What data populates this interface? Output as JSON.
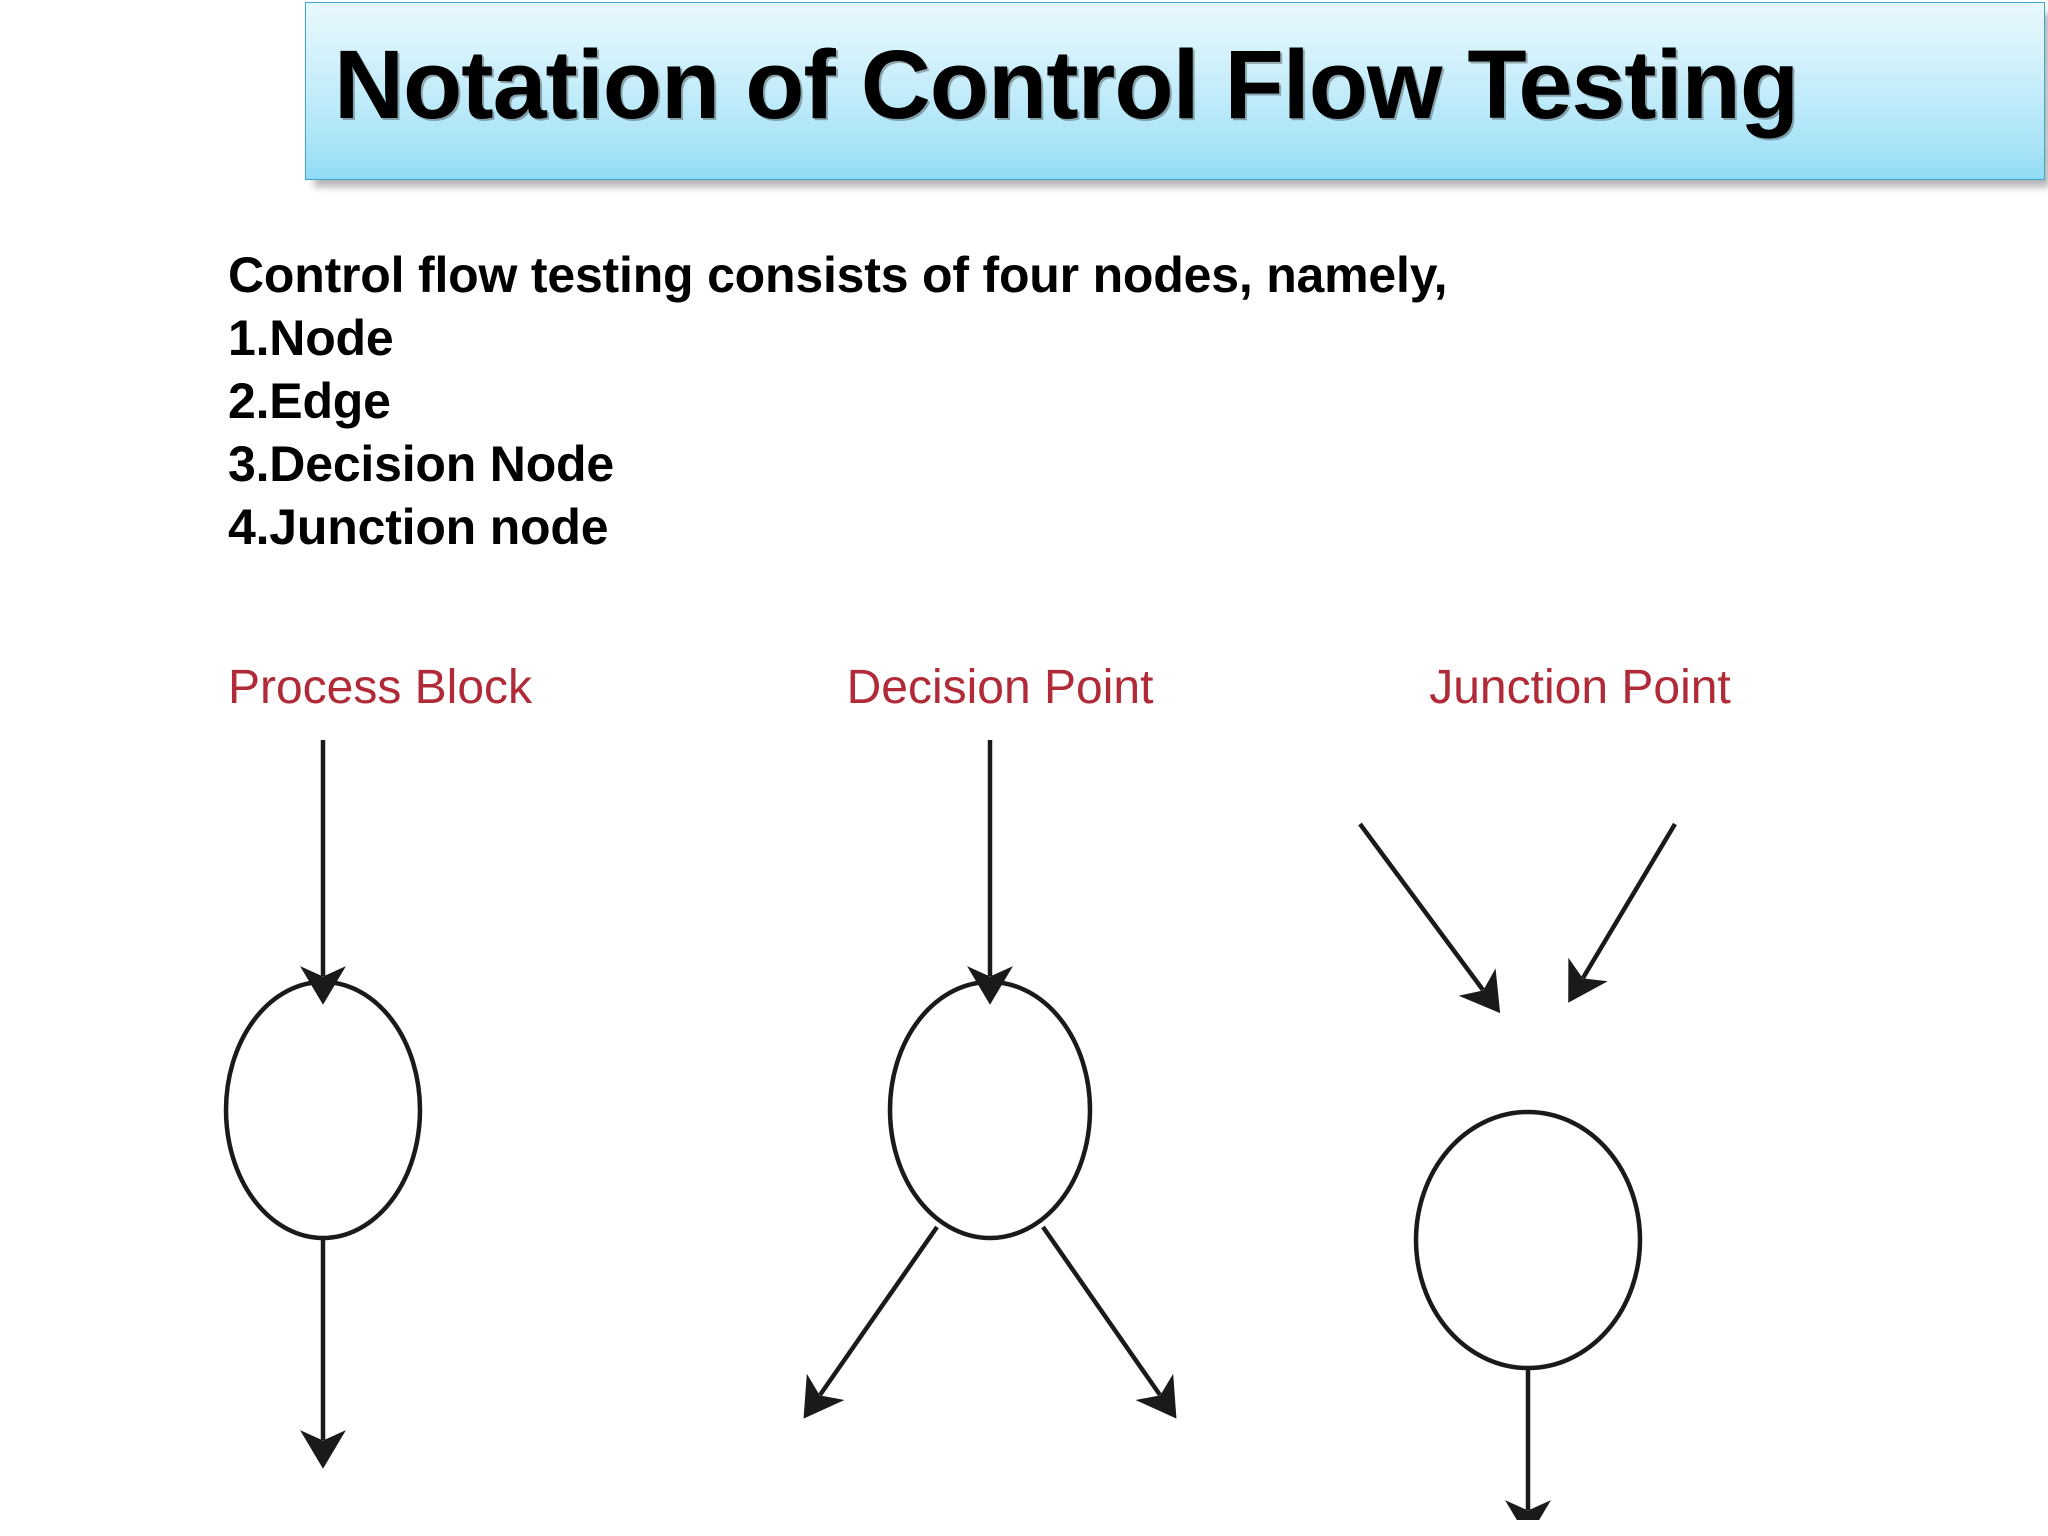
{
  "slide": {
    "background_color": "#ffffff",
    "title": "Notation of Control Flow Testing",
    "title_banner": {
      "gradient_top_color": "#e8f8fd",
      "gradient_bottom_color": "#8fdcf6",
      "border_color": "#3ba7cb"
    }
  },
  "body": {
    "intro": "Control flow testing consists of four nodes, namely,",
    "items": [
      "1.Node",
      "2.Edge",
      "3.Decision Node",
      "4.Junction node"
    ],
    "text_color": "#000000"
  },
  "diagrams": {
    "label_color": "#b02a37",
    "stroke_color": "#1a1a1a",
    "items": [
      {
        "label": "Process Block",
        "node_shape": "ellipse",
        "incoming_edges": 1,
        "outgoing_edges": 1,
        "incoming_direction": "down",
        "outgoing_direction": "down"
      },
      {
        "label": "Decision Point",
        "node_shape": "ellipse",
        "incoming_edges": 1,
        "outgoing_edges": 2,
        "incoming_direction": "down",
        "outgoing_direction": "fan-out"
      },
      {
        "label": "Junction Point",
        "node_shape": "ellipse",
        "incoming_edges": 2,
        "outgoing_edges": 1,
        "incoming_direction": "fan-in",
        "outgoing_direction": "down"
      }
    ]
  }
}
